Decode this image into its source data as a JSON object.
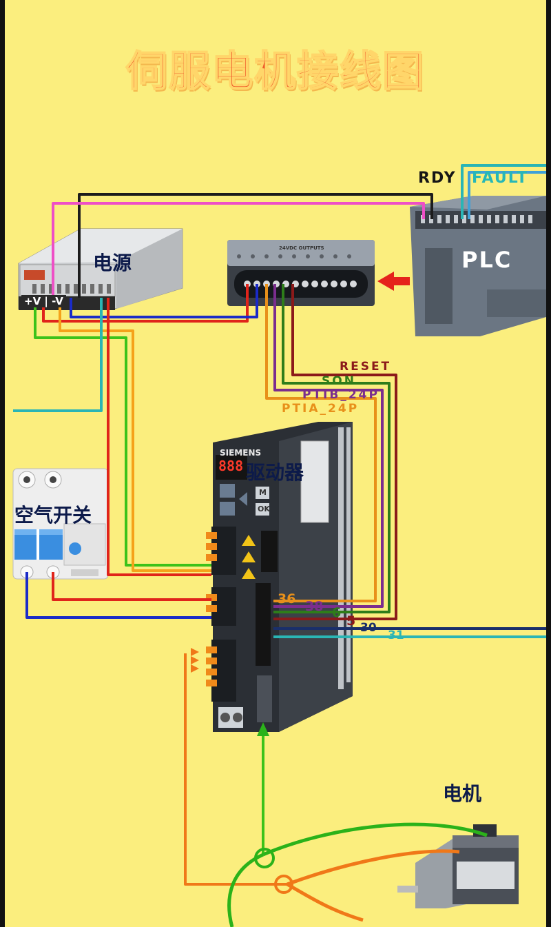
{
  "title": "伺服电机接线图",
  "components": {
    "power_supply": {
      "label": "电源",
      "terminals": "+V | -V"
    },
    "plc": {
      "label": "PLC"
    },
    "driver": {
      "label": "驱动器",
      "brand": "SIEMENS",
      "display": "888",
      "key_m": "M",
      "key_ok": "OK"
    },
    "breaker": {
      "label": "空气开关"
    },
    "motor": {
      "label": "电机"
    },
    "output_module": {
      "header": "24VDC OUTPUTS"
    }
  },
  "plc_signals": {
    "rdy": "RDY",
    "fault": "FAULT"
  },
  "signals": [
    {
      "name": "RESET",
      "pin": "5",
      "color": "#8b1a1a"
    },
    {
      "name": "SON",
      "pin": "6",
      "color": "#2e7d1a"
    },
    {
      "name": "PTIB_24P",
      "pin": "38",
      "color": "#7b2d8e"
    },
    {
      "name": "PTIA_24P",
      "pin": "36",
      "color": "#e8901a"
    }
  ],
  "output_pins": {
    "p30": "30",
    "p31": "31"
  },
  "colors": {
    "background": "#fbee7e",
    "title": "#ef5a2a",
    "wire_red": "#e0241a",
    "wire_blue": "#1a2bc8",
    "wire_green": "#3cc21a",
    "wire_orange": "#f5a21a",
    "wire_teal": "#2ab5b5",
    "wire_pink": "#ee4fc6",
    "wire_black": "#1c1c1c",
    "wire_motor": "#f07818"
  }
}
